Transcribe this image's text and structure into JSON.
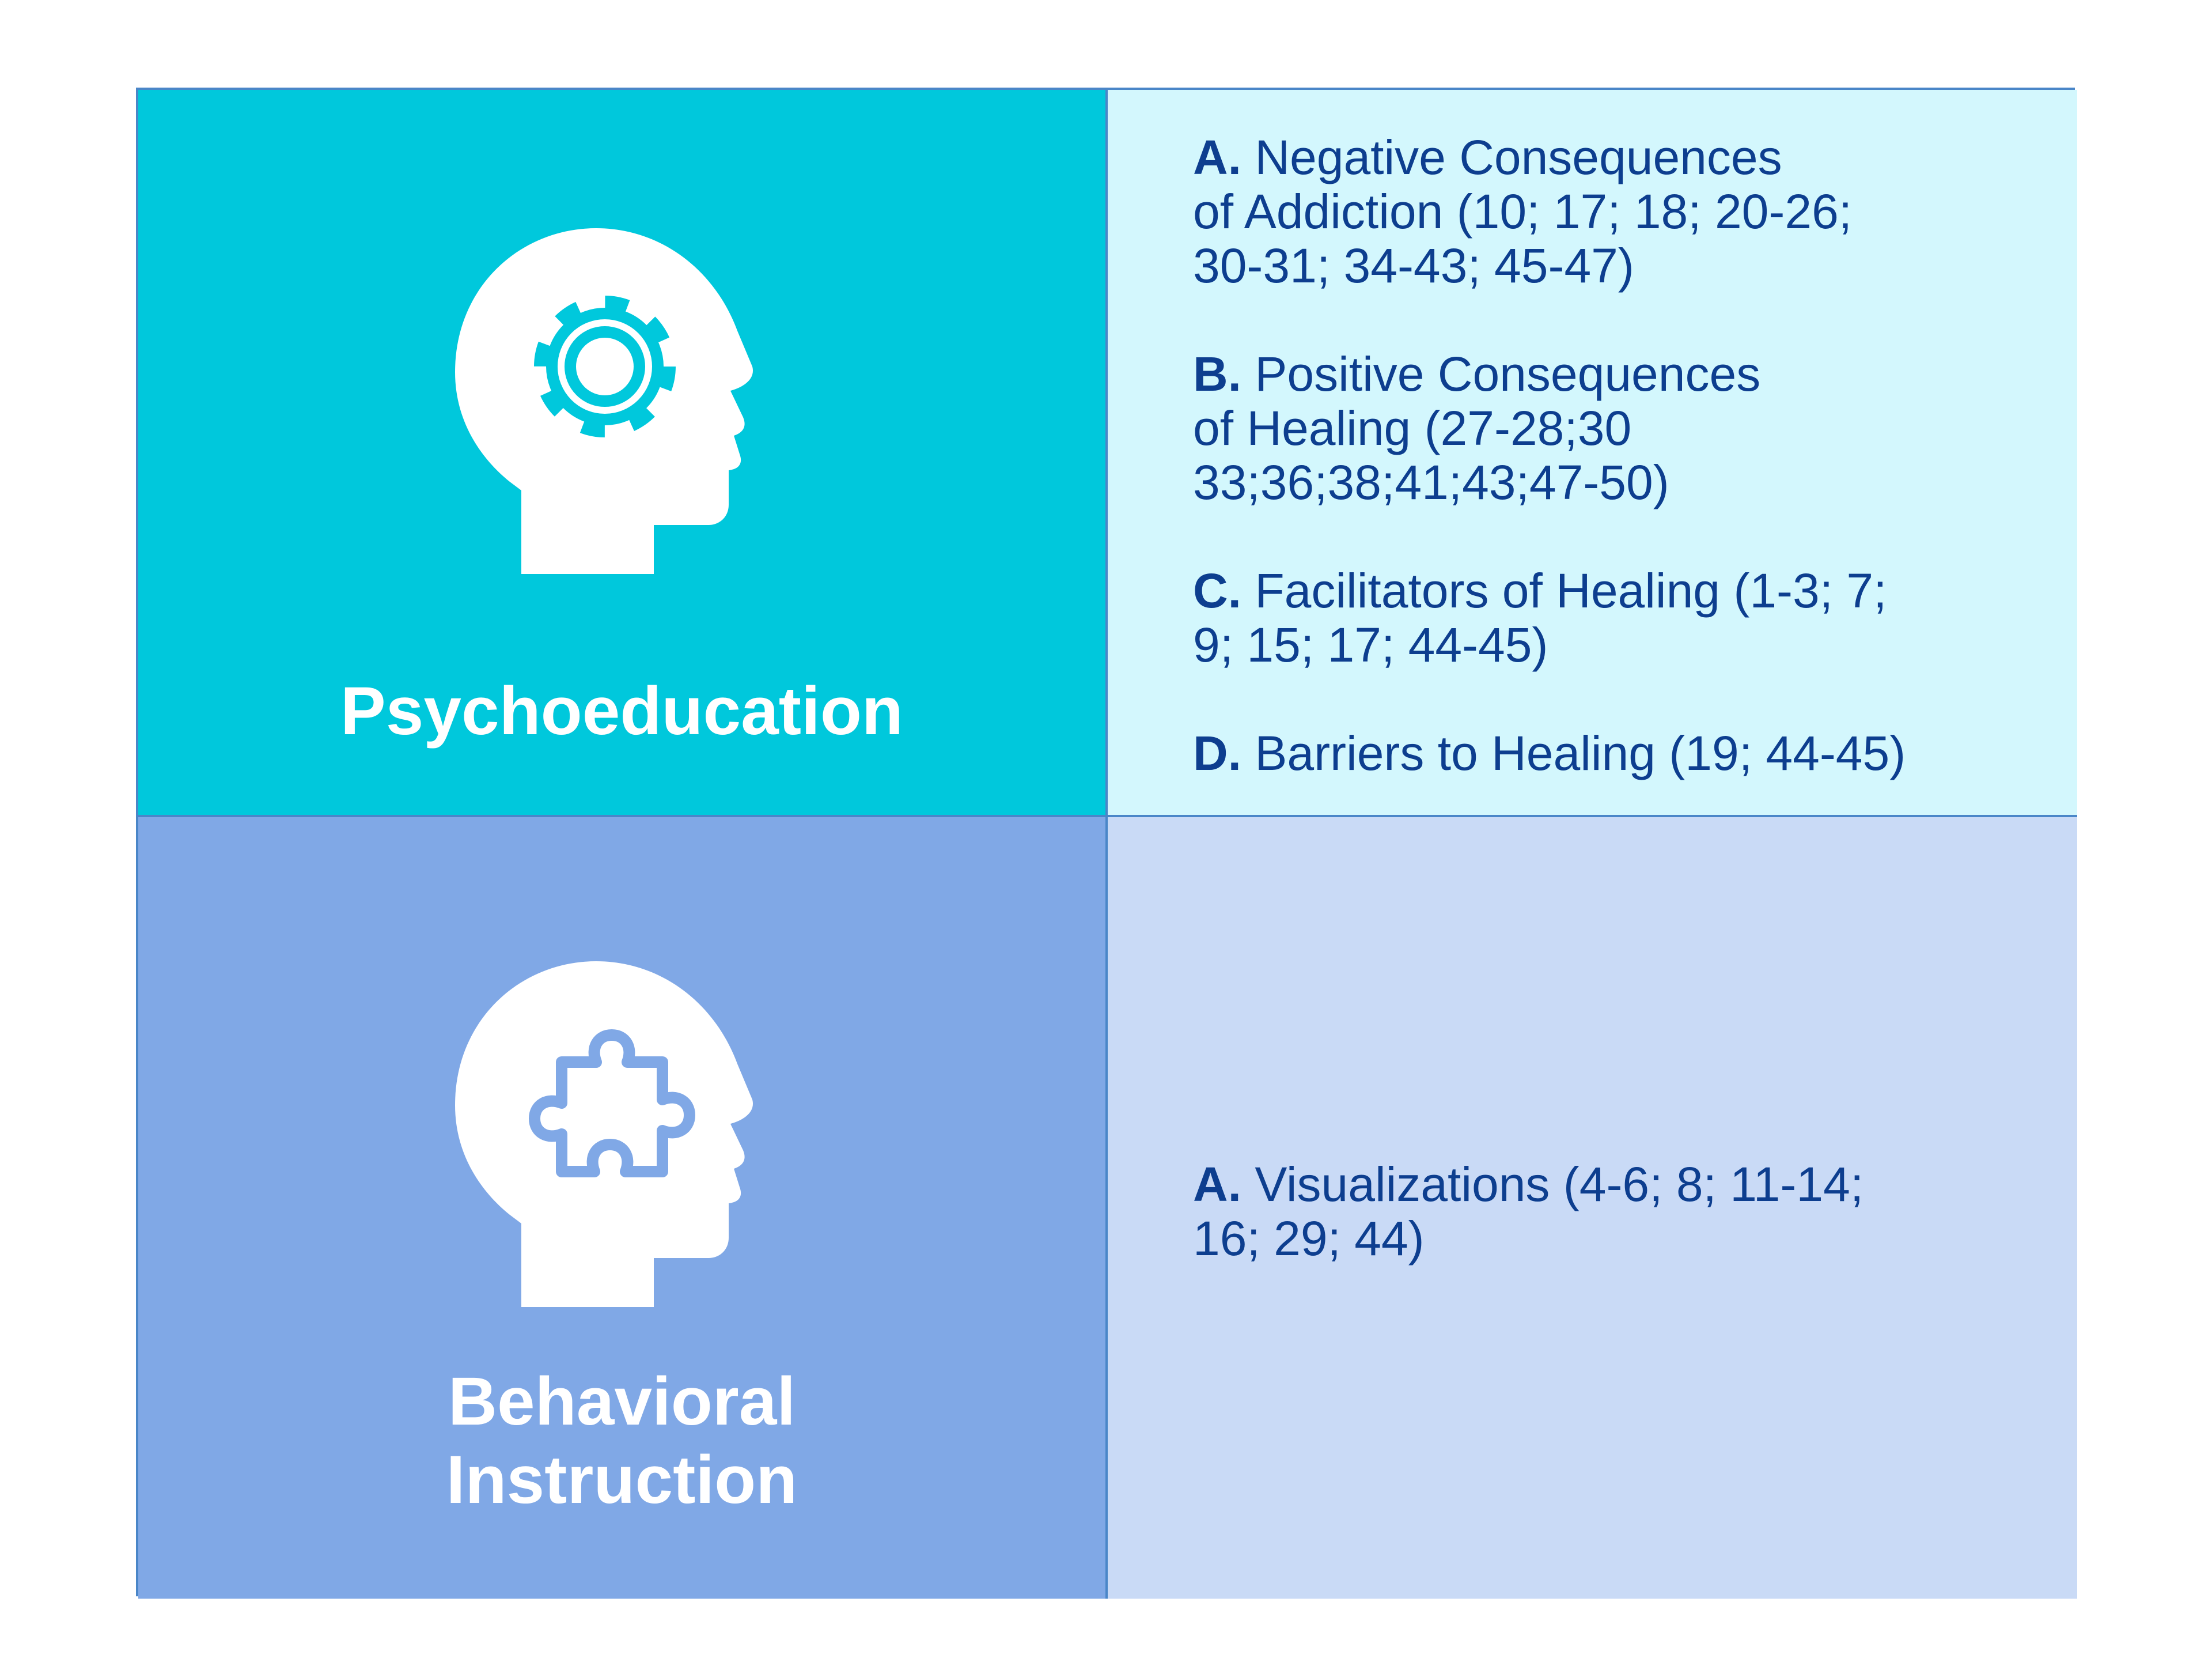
{
  "colors": {
    "psychoeducation_bg": "#00c8dc",
    "psychoeducation_items_bg": "#d3f7fd",
    "behavioral_bg": "#80a8e6",
    "behavioral_items_bg": "#c9daf6",
    "border": "#4a86c8",
    "item_text": "#0d3e8f",
    "title_text": "#ffffff"
  },
  "rows": [
    {
      "title_lines": [
        "Psychoeducation"
      ],
      "icon": "head-gear-icon",
      "items": [
        {
          "letter": "A.",
          "lines": [
            "Negative Consequences",
            "of Addiction (10; 17; 18; 20-26;",
            "30-31; 34-43; 45-47)"
          ]
        },
        {
          "letter": "B.",
          "lines": [
            "Positive Consequences",
            "of Healing (27-28;30",
            "33;36;38;41;43;47-50)"
          ]
        },
        {
          "letter": "C.",
          "lines": [
            "Facilitators of Healing (1-3; 7;",
            "9; 15; 17; 44-45)"
          ]
        },
        {
          "letter": "D.",
          "lines": [
            "Barriers to Healing (19; 44-45)"
          ]
        }
      ]
    },
    {
      "title_lines": [
        "Behavioral",
        "Instruction"
      ],
      "icon": "head-puzzle-icon",
      "items": [
        {
          "letter": "A.",
          "lines": [
            "Visualizations (4-6; 8; 11-14;",
            "16; 29; 44)"
          ]
        }
      ]
    }
  ]
}
